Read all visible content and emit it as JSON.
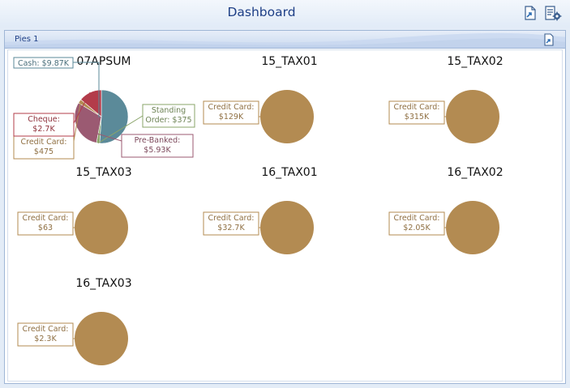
{
  "app": {
    "title": "Dashboard"
  },
  "toolbar": {
    "export_icon": "export-document-icon",
    "settings_icon": "document-settings-icon"
  },
  "panel": {
    "title": "Pies 1",
    "export_icon": "export-icon"
  },
  "colors": {
    "cash": "#5b8a99",
    "cheque": "#b33c4a",
    "credit_card": "#b38b52",
    "pre_banked": "#9b5a72",
    "standing_order": "#8aa46a"
  },
  "pies": [
    {
      "title": "07APSUM",
      "slices": [
        {
          "label": "Cash",
          "display": "$9.87K",
          "value": 9870,
          "color": "#5b8a99"
        },
        {
          "label": "Standing Order",
          "display": "$375",
          "value": 375,
          "color": "#8aa46a"
        },
        {
          "label": "Pre-Banked",
          "display": "$5.93K",
          "value": 5930,
          "color": "#9b5a72"
        },
        {
          "label": "Credit Card",
          "display": "$475",
          "value": 475,
          "color": "#b38b52"
        },
        {
          "label": "Cheque",
          "display": "$2.7K",
          "value": 2700,
          "color": "#b33c4a"
        }
      ]
    },
    {
      "title": "15_TAX01",
      "slices": [
        {
          "label": "Credit Card",
          "display": "$129K",
          "value": 129000,
          "color": "#b38b52"
        }
      ]
    },
    {
      "title": "15_TAX02",
      "slices": [
        {
          "label": "Credit Card",
          "display": "$315K",
          "value": 315000,
          "color": "#b38b52"
        }
      ]
    },
    {
      "title": "15_TAX03",
      "slices": [
        {
          "label": "Credit Card",
          "display": "$63",
          "value": 63,
          "color": "#b38b52"
        }
      ]
    },
    {
      "title": "16_TAX01",
      "slices": [
        {
          "label": "Credit Card",
          "display": "$32.7K",
          "value": 32700,
          "color": "#b38b52"
        }
      ]
    },
    {
      "title": "16_TAX02",
      "slices": [
        {
          "label": "Credit Card",
          "display": "$2.05K",
          "value": 2050,
          "color": "#b38b52"
        }
      ]
    },
    {
      "title": "16_TAX03",
      "slices": [
        {
          "label": "Credit Card",
          "display": "$2.3K",
          "value": 2300,
          "color": "#b38b52"
        }
      ]
    }
  ],
  "chart_data": [
    {
      "type": "pie",
      "title": "07APSUM",
      "categories": [
        "Cash",
        "Standing Order",
        "Pre-Banked",
        "Credit Card",
        "Cheque"
      ],
      "values": [
        9870,
        375,
        5930,
        475,
        2700
      ]
    },
    {
      "type": "pie",
      "title": "15_TAX01",
      "categories": [
        "Credit Card"
      ],
      "values": [
        129000
      ]
    },
    {
      "type": "pie",
      "title": "15_TAX02",
      "categories": [
        "Credit Card"
      ],
      "values": [
        315000
      ]
    },
    {
      "type": "pie",
      "title": "15_TAX03",
      "categories": [
        "Credit Card"
      ],
      "values": [
        63
      ]
    },
    {
      "type": "pie",
      "title": "16_TAX01",
      "categories": [
        "Credit Card"
      ],
      "values": [
        32700
      ]
    },
    {
      "type": "pie",
      "title": "16_TAX02",
      "categories": [
        "Credit Card"
      ],
      "values": [
        2050
      ]
    },
    {
      "type": "pie",
      "title": "16_TAX03",
      "categories": [
        "Credit Card"
      ],
      "values": [
        2300
      ]
    }
  ]
}
